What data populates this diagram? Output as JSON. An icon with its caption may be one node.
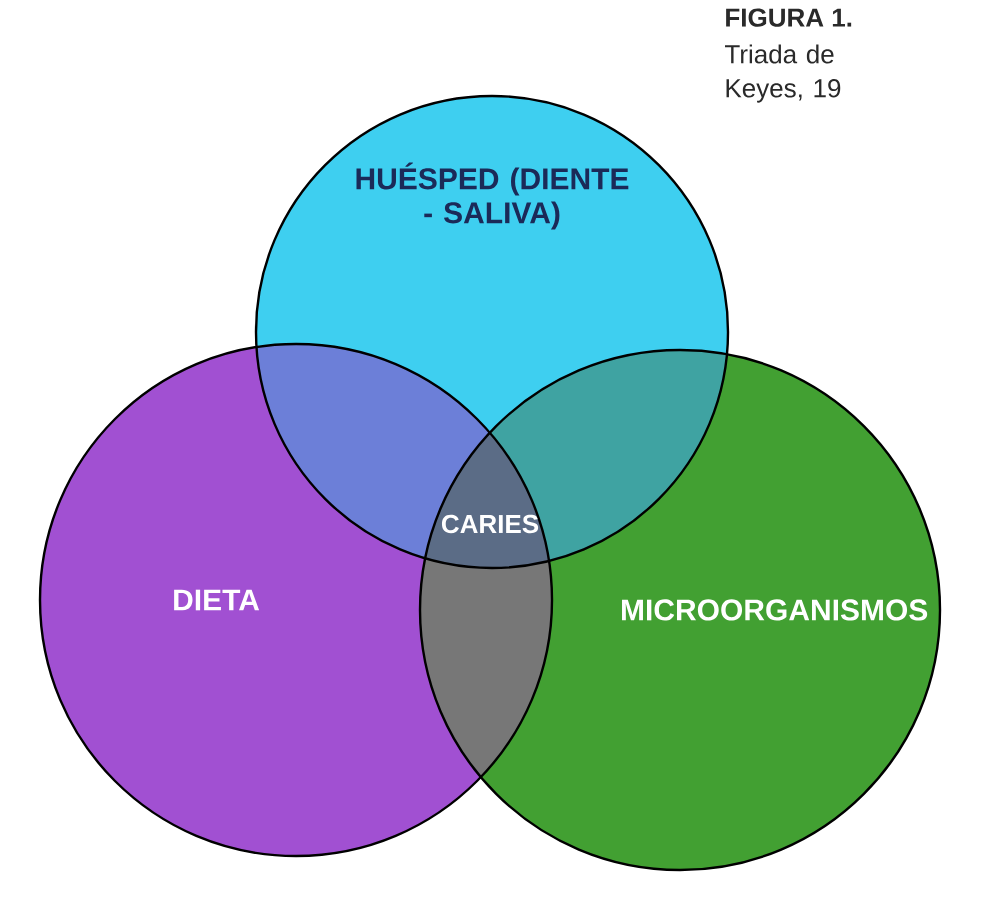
{
  "diagram": {
    "nodes": [
      {
        "text": [
          "HUÉSPED (DIENTE - SALIVA)"
        ]
      },
      {
        "text": [
          "DIETA"
        ]
      },
      {
        "text": [
          "MICROORGANISMOS"
        ]
      }
    ],
    "labels": [
      "CARIES",
      "FIGURA 1.",
      "Triada de Keyes, 19"
    ]
  }
}
